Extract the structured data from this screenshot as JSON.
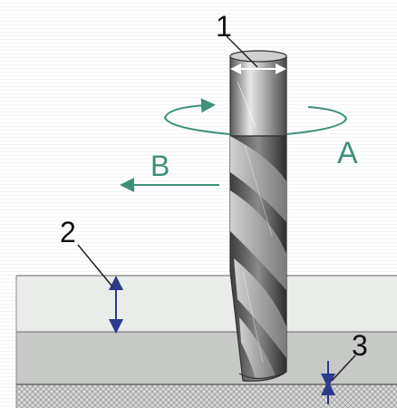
{
  "labels": {
    "one": "1",
    "two": "2",
    "three": "3",
    "a": "A",
    "b": "B"
  },
  "colors": {
    "teal": "#3f8f7a",
    "navy": "#2b3a8c",
    "top_layer": "#e9ece9",
    "mid_layer": "#c6c9c6",
    "base_layer": "#d4d6d4",
    "line": "#555555"
  }
}
